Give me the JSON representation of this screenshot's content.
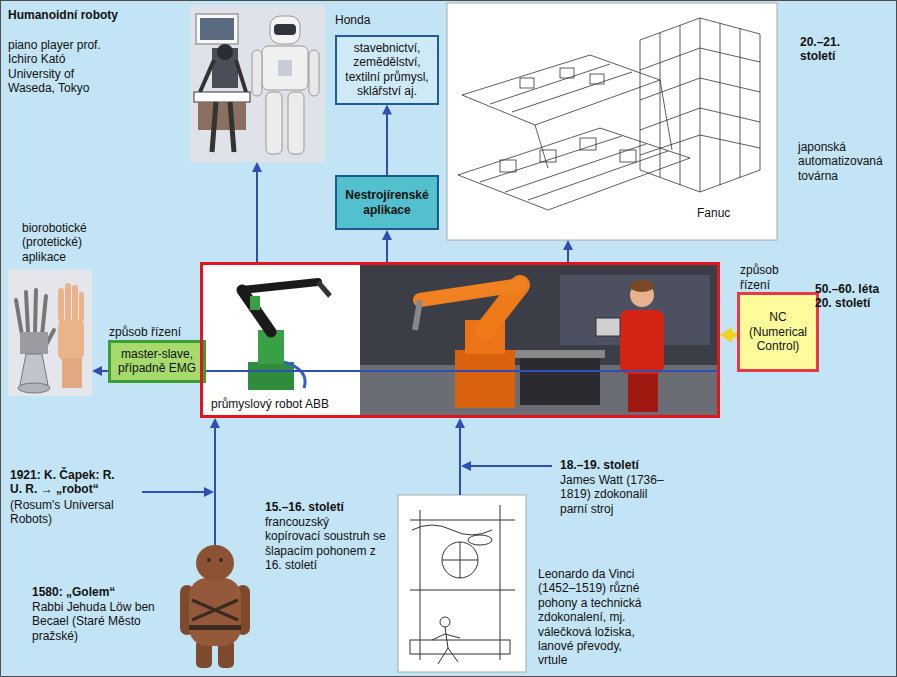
{
  "diagram": {
    "nodes": [
      {
        "text": [
          "Honda"
        ]
      },
      {
        "text": [
          "stavebnictví, zemědělství, textilní průmysl, sklářství aj."
        ]
      },
      {
        "text": [
          "Nestrojírenské aplikace"
        ]
      },
      {
        "text": [
          "Fanuc"
        ]
      },
      {
        "text": [
          "biorobotické (protetické) aplikace"
        ]
      },
      {
        "text": [
          "způsob řízení",
          "master-slave, případně EMG"
        ]
      },
      {
        "text": [
          "průmyslový robot ABB"
        ]
      },
      {
        "text": [
          "způsob řízení",
          "NC (Numerical Control)"
        ]
      },
      {
        "text": [
          "1580: „Golem“",
          "Rabbi Jehuda Löw ben Becael (Staré Město pražské)"
        ]
      },
      {
        "text": [
          "Leonardo da Vinci (1452–1519) různé pohony a technická zdokonalení, mj. válečková ložiska, lanové převody, vrtule"
        ]
      }
    ],
    "edges": [
      {
        "from": 6,
        "to": 0,
        "arrow": "to"
      },
      {
        "from": 6,
        "to": 2,
        "arrow": "to"
      },
      {
        "from": 2,
        "to": 1,
        "arrow": "to"
      },
      {
        "from": 6,
        "to": 3,
        "arrow": "to"
      },
      {
        "from": 6,
        "to": 5,
        "arrow": "none"
      },
      {
        "from": 5,
        "to": 4,
        "arrow": "to"
      },
      {
        "from": 7,
        "to": 6,
        "arrow": "to"
      },
      {
        "from": 8,
        "to": 6,
        "arrow": "to"
      },
      {
        "from": 9,
        "to": 6,
        "arrow": "to"
      }
    ],
    "labels": [
      "Humanoidní roboty",
      "piano player prof. Ichiro Kató University of Waseda, Tokyo",
      "20.–21. století",
      "japonská automatizovaná továrna",
      "50.–60. léta 20. století",
      "1921: K. Čapek: R. U. R. → „robot“",
      "(Rosum's Universal Robots)",
      "18.–19. století",
      "James Watt (1736–1819) zdokonalil parní stroj",
      "15.–16. století",
      "francouzský kopírovací soustruh se šlapacím pohonem z 16. století"
    ]
  }
}
